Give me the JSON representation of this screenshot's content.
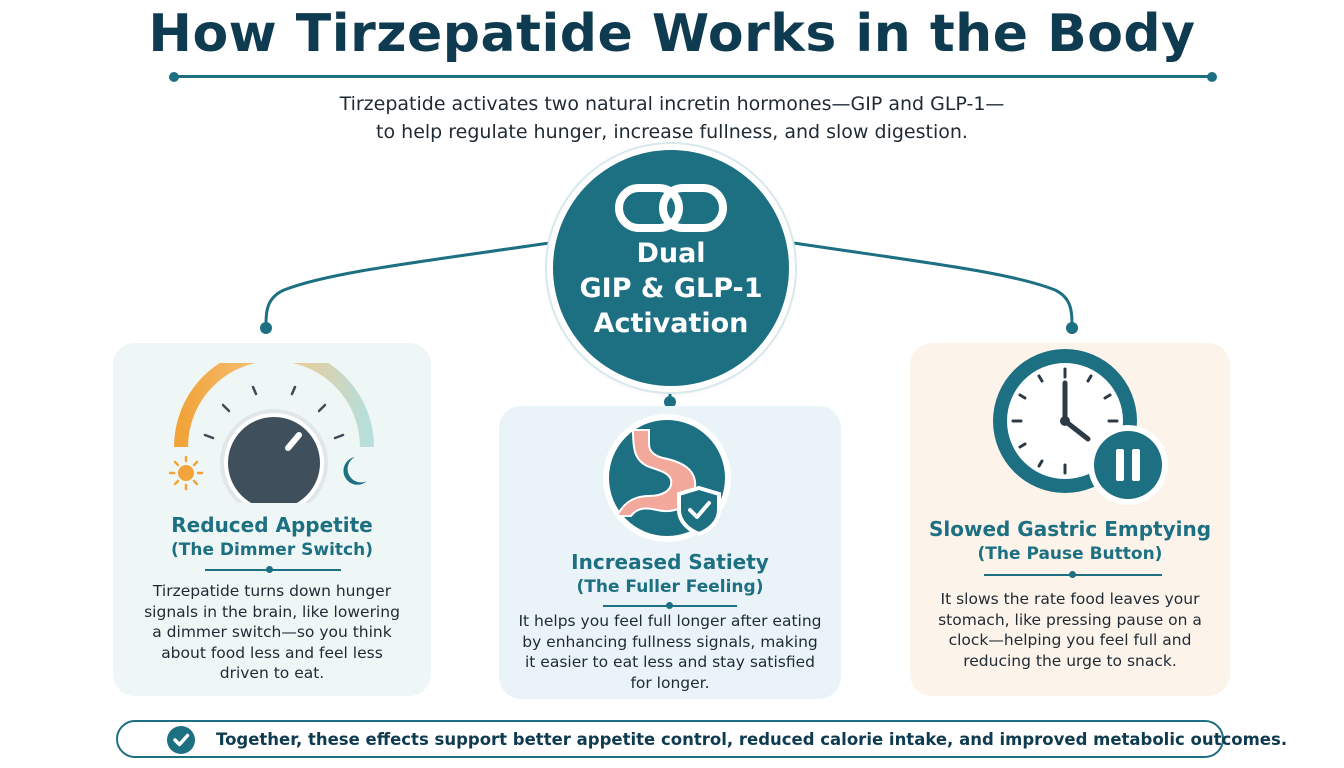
{
  "title": "How Tirzepatide Works in the Body",
  "subtitle": {
    "line1": "Tirzepatide activates two natural incretin hormones—GIP and GLP-1—",
    "line2": "to help regulate hunger, increase fullness, and slow digestion."
  },
  "hub": {
    "icon": "chain-link-icon",
    "line1": "Dual",
    "line2": "GIP & GLP-1",
    "line3": "Activation"
  },
  "cards": {
    "left": {
      "icon": "dimmer-dial-icon",
      "title": "Reduced Appetite",
      "subtitle": "(The Dimmer Switch)",
      "body": [
        "Tirzepatide turns down hunger",
        "signals in the brain, like lowering",
        "a dimmer switch—so you think",
        "about food less and feel less",
        "driven to eat."
      ]
    },
    "middle": {
      "icon": "stomach-shield-icon",
      "title": "Increased Satiety",
      "subtitle": "(The Fuller Feeling)",
      "body": [
        "It helps you feel full longer after eating",
        "by enhancing fullness signals, making",
        "it easier to eat less and stay satisfied",
        "for longer."
      ]
    },
    "right": {
      "icon": "clock-pause-icon",
      "title": "Slowed Gastric Emptying",
      "subtitle": "(The Pause Button)",
      "body": [
        "It slows the rate food leaves your",
        "stomach, like pressing pause on a",
        "clock—helping you feel full and",
        "reducing the urge to snack."
      ]
    }
  },
  "footer": {
    "icon": "check-circle-icon",
    "text": "Together, these effects support better appetite control, reduced calorie intake, and improved metabolic outcomes."
  },
  "colors": {
    "primary": "#1d6f82",
    "title": "#0f3b50",
    "accent_orange": "#f2a33a",
    "stomach_pink": "#f2a99b"
  }
}
